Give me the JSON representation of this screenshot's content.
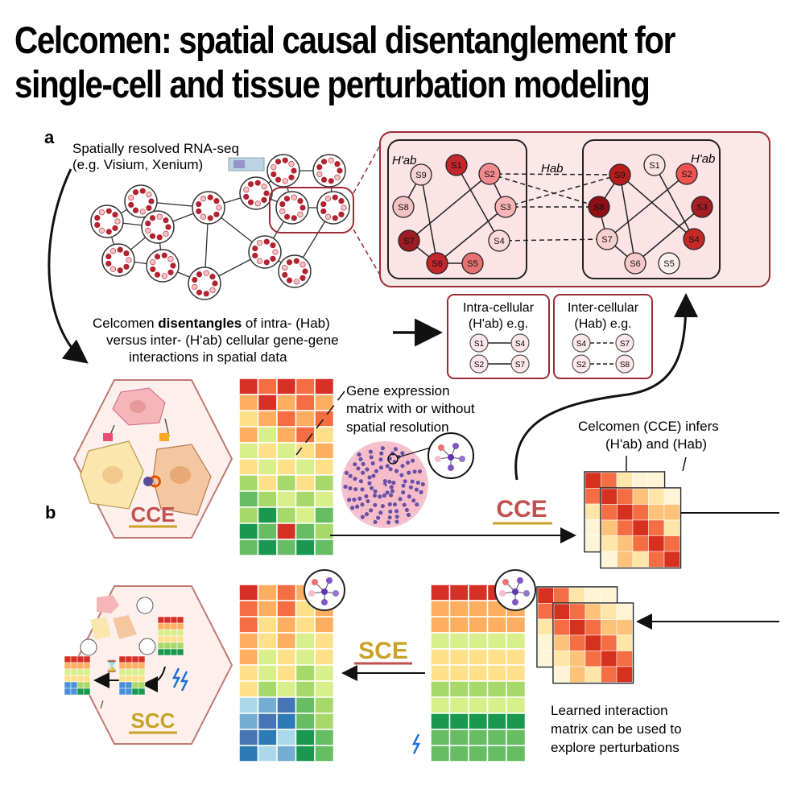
{
  "title_line1": "Celcomen: spatial causal disentanglement for",
  "title_line2": "single-cell and tissue perturbation modeling",
  "panel_a": {
    "label": "a",
    "input_line1": "Spatially resolved RNA-seq",
    "input_line2": "(e.g. Visium, Xenium)",
    "h_prime_left": "H'ab",
    "h_center": "Hab",
    "h_prime_right": "H'ab",
    "genes_left": [
      "S9",
      "S1",
      "S2",
      "S8",
      "S3",
      "S7",
      "S4",
      "S6",
      "S5"
    ],
    "genes_right": [
      "S9",
      "S1",
      "S2",
      "S8",
      "S3",
      "S7",
      "S4",
      "S6",
      "S5"
    ],
    "desc_line1_pre": "Celcomen ",
    "desc_line1_bold": "disentangles",
    "desc_line1_post": " of intra- (Hab)",
    "desc_line2": "versus inter- (H'ab) cellular gene-gene",
    "desc_line3": "interactions in spatial data",
    "intra_title": "Intra-cellular",
    "intra_sub": "(H'ab) e.g.",
    "intra_pairs": [
      [
        "S1",
        "S4"
      ],
      [
        "S2",
        "S7"
      ]
    ],
    "inter_title": "Inter-cellular",
    "inter_sub": "(Hab) e.g.",
    "inter_pairs": [
      [
        "S4",
        "S7"
      ],
      [
        "S2",
        "S8"
      ]
    ]
  },
  "panel_b": {
    "label": "b",
    "hex_top_label": "CCE",
    "hex_bottom_label": "SCC",
    "gene_matrix_line1": "Gene expression",
    "gene_matrix_line2": "matrix with or without",
    "gene_matrix_line3": "spatial resolution",
    "cce_arrow_label": "CCE",
    "infers_line1": "Celcomen (CCE) infers",
    "infers_line2": "(H'ab) and (Hab)",
    "sce_arrow_label": "SCE",
    "learned_line1": "Learned interaction",
    "learned_line2": "matrix can be used to",
    "learned_line3": "explore perturbations"
  },
  "colors": {
    "node_red": "#b22230",
    "panel_border": "#9b2b35",
    "panel_fill": "#fbe8e9",
    "cce_red": "#c0504d",
    "cce_gold": "#c9a227",
    "sce_gold": "#c9a227",
    "hex_fill": "#fdf0ec",
    "hex_border": "#c07a75"
  }
}
